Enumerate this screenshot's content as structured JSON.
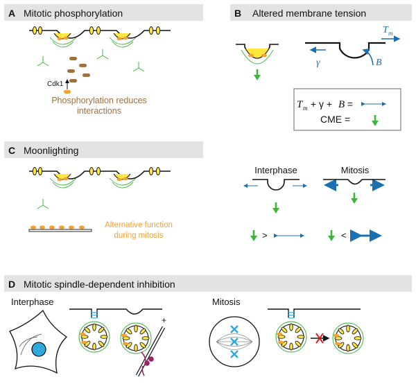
{
  "panels": {
    "a": {
      "letter": "A",
      "title": "Mitotic phosphorylation",
      "kinase": "Cdk1",
      "note_line1": "Phosphorylation reduces",
      "note_line2": "interactions"
    },
    "b": {
      "letter": "B",
      "title": "Altered membrane tension",
      "tm": "T",
      "tm_sub": "m",
      "gamma": "γ",
      "b": "B",
      "eq1_t": "T",
      "eq1_sub": "m",
      "eq1_rest": " + γ + ",
      "eq1_b": "B",
      "eq1_eq": " =",
      "eq2": "CME ="
    },
    "c": {
      "letter": "C",
      "title": "Moonlighting",
      "alt_line1": "Alternative function",
      "alt_line2": "during mitosis",
      "interphase": "Interphase",
      "mitosis": "Mitosis",
      "gt": ">",
      "lt": "<"
    },
    "d": {
      "letter": "D",
      "title": "Mitotic spindle-dependent inhibition",
      "interphase": "Interphase",
      "mitosis": "Mitosis",
      "plus": "+"
    }
  },
  "colors": {
    "header_bg": "#e3e3e3",
    "clathrin": "#ffe640",
    "adaptor": "#f2a233",
    "green": "#3fb53f",
    "blue": "#1b6fb3",
    "cyan": "#2fa8dc",
    "phospho": "#a0703f",
    "magenta": "#9c1f6e",
    "red": "#e02020"
  }
}
